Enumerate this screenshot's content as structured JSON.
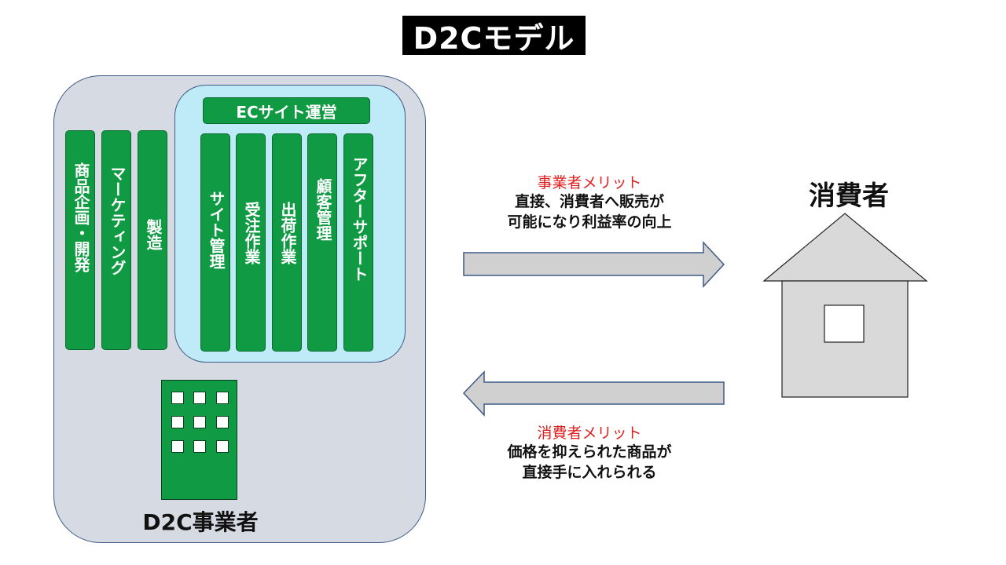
{
  "title": "D2Cモデル",
  "company": {
    "name": "D2C事業者",
    "functions": [
      "商品企画・開発",
      "マーケティング",
      "製造"
    ],
    "ec": {
      "label": "ECサイト運営",
      "functions": [
        "サイト管理",
        "受注作業",
        "出荷作業",
        "顧客管理",
        "アフターサポート"
      ]
    }
  },
  "consumer": {
    "label": "消費者"
  },
  "business_merit": {
    "heading": "事業者メリット",
    "lines": [
      "直接、消費者へ販売が",
      "可能になり利益率の向上"
    ]
  },
  "consumer_merit": {
    "heading": "消費者メリット",
    "lines": [
      "価格を抑えられた商品が",
      "直接手に入れられる"
    ]
  },
  "colors": {
    "green": "#0f9a43",
    "company_bg": "#d5dae3",
    "ec_bg": "#bfeaf7",
    "arrow": "#d0d0d0",
    "merit_heading": "#e02020"
  }
}
